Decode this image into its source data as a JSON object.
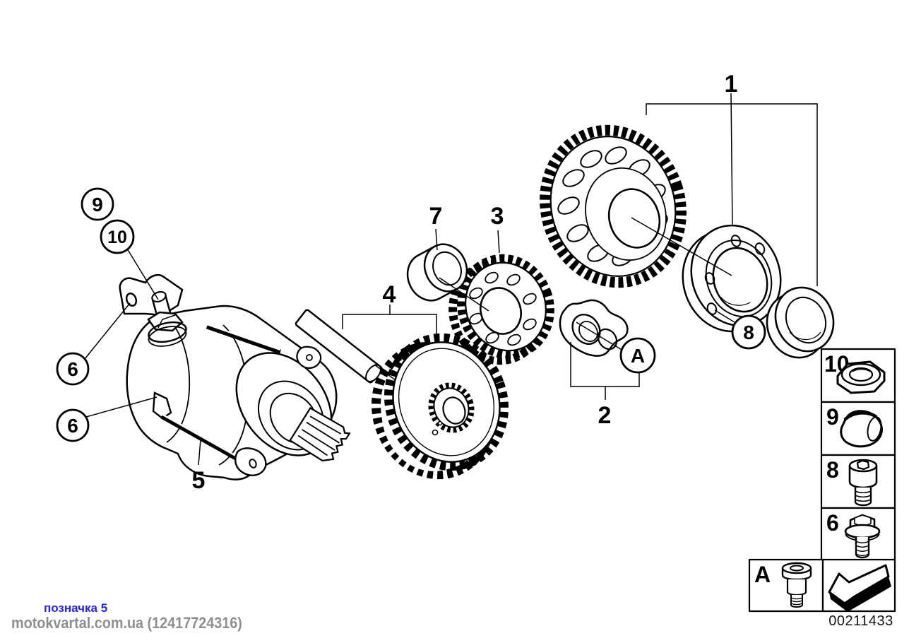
{
  "colors": {
    "line": "#000000",
    "background": "#ffffff",
    "annotation_blue": "#2424e8",
    "watermark_gray": "#8f8f8f"
  },
  "diagram": {
    "title_semantic": "starter-motor-exploded-parts-diagram",
    "labels": {
      "l1": "1",
      "l2": "2",
      "l3": "3",
      "l4": "4",
      "l5": "5",
      "l7": "7"
    },
    "callouts": {
      "c6a": "6",
      "c6b": "6",
      "c8": "8",
      "c9": "9",
      "c10": "10",
      "cA": "A"
    }
  },
  "sidebar": {
    "items": [
      {
        "label": "10",
        "icon": "hex-nut-icon"
      },
      {
        "label": "9",
        "icon": "tapered-cap-icon"
      },
      {
        "label": "8",
        "icon": "socket-head-screw-icon"
      },
      {
        "label": "6",
        "icon": "flange-bolt-icon"
      }
    ],
    "legend": {
      "label": "A",
      "icon": "shoulder-screw-icon"
    },
    "arrow_icon": "direction-arrow-icon"
  },
  "footer": {
    "annotation": "позначка 5",
    "watermark": "motokvartal.com.ua (12417724316)",
    "part_number": "00211433"
  }
}
